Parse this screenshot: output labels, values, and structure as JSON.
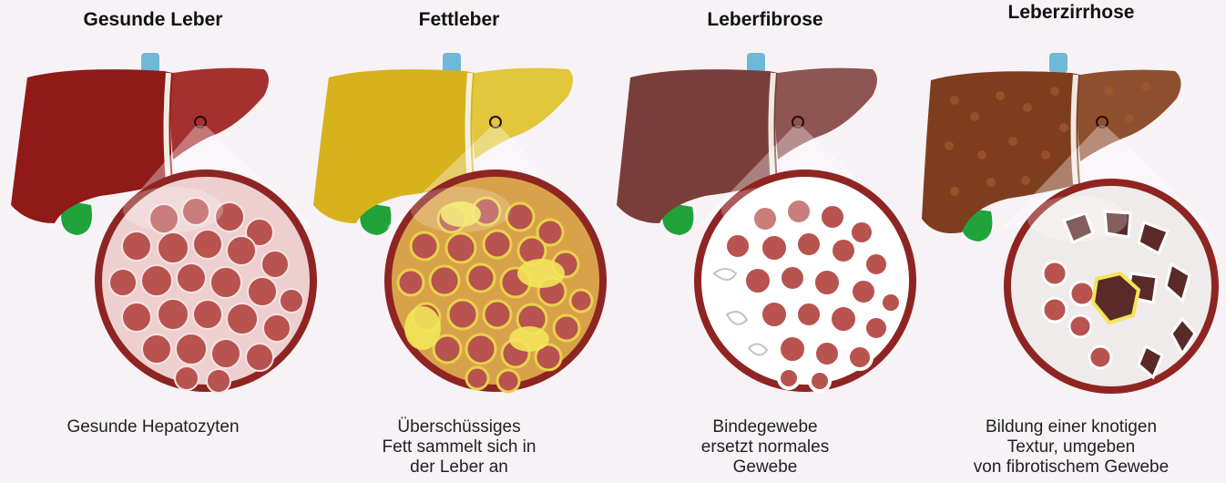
{
  "stages": [
    {
      "title": "Gesunde Leber",
      "caption_lines": [
        "Gesunde Hepatozyten"
      ]
    },
    {
      "title": "Fettleber",
      "caption_lines": [
        "Überschüssiges",
        "Fett sammelt sich in",
        "der Leber an"
      ]
    },
    {
      "title": "Leberfibrose",
      "caption_lines": [
        "Bindegewebe",
        "ersetzt normales",
        "Gewebe"
      ]
    },
    {
      "title": "Leberzirrhose",
      "caption_lines": [
        "Bildung einer knotigen",
        "Textur, umgeben",
        "von fibrotischem Gewebe"
      ]
    }
  ],
  "colors": {
    "healthy": "#8f1a17",
    "fatty": "#d7b21c",
    "fibrosis": "#7a3e3a",
    "cirrhosis": "#7e3d1e",
    "cells": "#b8534f",
    "gallbladder": "#1fa33a",
    "portal_vein": "#6fb8d8",
    "fat_deposit": "#f3e55a",
    "nodule": "#5a2a28"
  }
}
